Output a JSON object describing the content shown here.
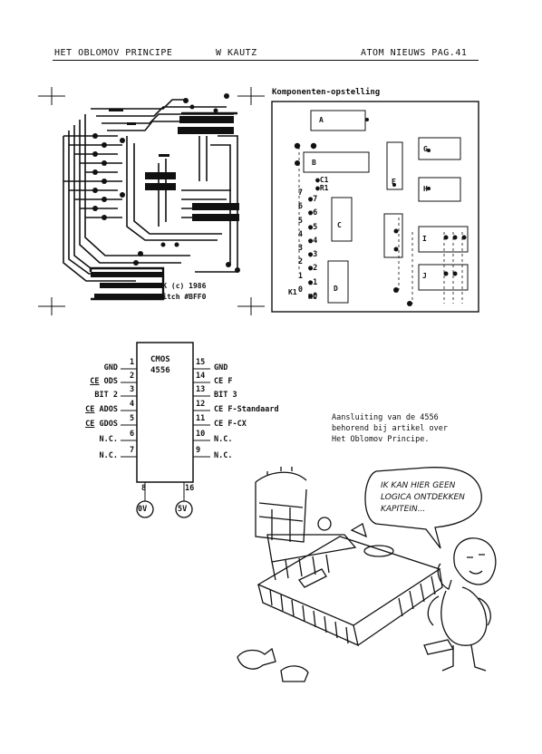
{
  "header": {
    "left": "HET OBLOMOV PRINCIPE",
    "mid": "W KAUTZ",
    "right": "ATOM NIEUWS PAG.41"
  },
  "pcb": {
    "copyright": "KIWIK (c) 1986",
    "subtitle": "8-Switch #BFF0"
  },
  "components": {
    "title": "Komponenten-opstelling",
    "labels": [
      "A",
      "B",
      "G",
      "H",
      "I",
      "J"
    ],
    "ic_labels": [
      "C",
      "D",
      "E"
    ],
    "markers": [
      "C1",
      "R1"
    ],
    "numbers": [
      "7",
      "6",
      "5",
      "4",
      "3",
      "2",
      "1",
      "0"
    ],
    "hole_numbers": [
      "7",
      "6",
      "5",
      "4",
      "3",
      "2",
      "1",
      "0"
    ],
    "k1": "K1",
    "kc": "KC"
  },
  "chip": {
    "name_line1": "CMOS",
    "name_line2": "4556",
    "left_pins": [
      {
        "num": "1",
        "label": "GND",
        "prefix": ""
      },
      {
        "num": "2",
        "label": "ODS",
        "prefix": "CE"
      },
      {
        "num": "3",
        "label": "BIT 2",
        "prefix": ""
      },
      {
        "num": "4",
        "label": "ADOS",
        "prefix": "CE"
      },
      {
        "num": "5",
        "label": "GDOS",
        "prefix": "CE"
      },
      {
        "num": "6",
        "label": "N.C.",
        "prefix": ""
      },
      {
        "num": "7",
        "label": "N.C.",
        "prefix": ""
      }
    ],
    "right_pins": [
      {
        "num": "15",
        "label": "GND"
      },
      {
        "num": "14",
        "label": "CE F"
      },
      {
        "num": "13",
        "label": "BIT 3"
      },
      {
        "num": "12",
        "label": "CE F-Standaard"
      },
      {
        "num": "11",
        "label": "CE F-CX"
      },
      {
        "num": "10",
        "label": "N.C."
      },
      {
        "num": "9",
        "label": "N.C."
      }
    ],
    "bottom_pins": [
      {
        "num": "8",
        "label": "0V"
      },
      {
        "num": "16",
        "label": "5V"
      }
    ]
  },
  "caption": {
    "line1": "Aansluiting van de 4556",
    "line2": "behorend bij artikel over",
    "line3": "Het Oblomov Principe."
  },
  "cartoon": {
    "speech_line1": "IK KAN HIER GEEN",
    "speech_line2": "LOGICA ONTDEKKEN",
    "speech_line3": "KAPITEIN..."
  }
}
